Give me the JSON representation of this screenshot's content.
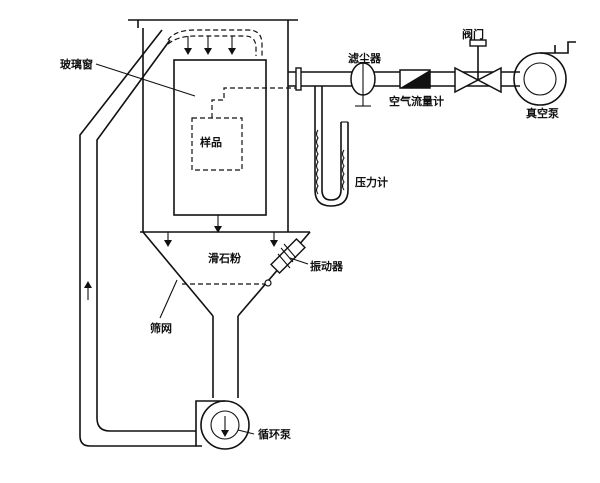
{
  "labels": {
    "glass_window": "玻璃窗",
    "sample": "样品",
    "dust_filter": "滤尘器",
    "air_flow_meter": "空气流量计",
    "valve": "阀门",
    "vacuum_pump": "真空泵",
    "pressure_gauge": "压力计",
    "talc_powder": "滑石粉",
    "vibrator": "振动器",
    "sieve": "筛网",
    "circulation_pump": "循环泵"
  }
}
